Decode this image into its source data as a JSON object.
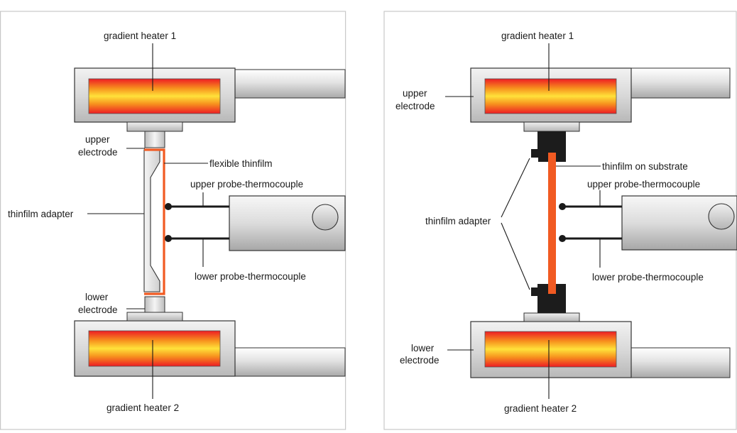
{
  "colors": {
    "film": "#f15a22",
    "adapter_dark": "#1c1c1c",
    "heater_core_center": "#ffe23a",
    "heater_core_edge": "#ed1c24",
    "frame": "#c8c8c8"
  },
  "left_panel": {
    "labels": {
      "heater1": "gradient heater 1",
      "upper_electrode_1": "upper",
      "upper_electrode_2": "electrode",
      "flexible_thinfilm": "flexible thinfilm",
      "upper_probe": "upper probe-thermocouple",
      "adapter": "thinfilm adapter",
      "lower_probe": "lower probe-thermocouple",
      "lower_electrode_1": "lower",
      "lower_electrode_2": "electrode",
      "heater2": "gradient heater 2"
    }
  },
  "right_panel": {
    "labels": {
      "heater1": "gradient heater 1",
      "upper_electrode_1": "upper",
      "upper_electrode_2": "electrode",
      "thinfilm_substrate": "thinfilm on substrate",
      "upper_probe": "upper probe-thermocouple",
      "adapter": "thinfilm adapter",
      "lower_probe": "lower probe-thermocouple",
      "lower_electrode_1": "lower",
      "lower_electrode_2": "electrode",
      "heater2": "gradient heater 2"
    }
  }
}
